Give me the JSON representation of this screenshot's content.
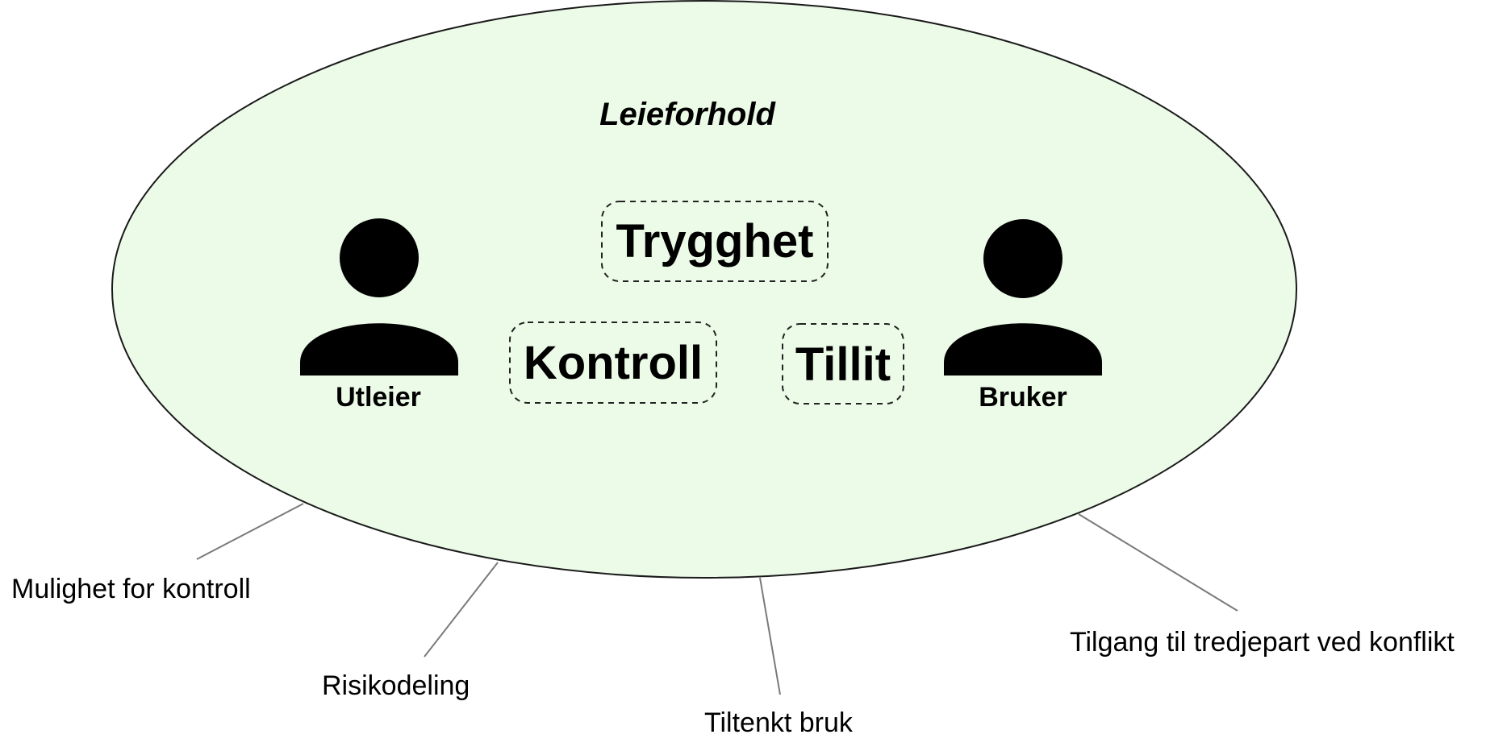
{
  "diagram": {
    "title": "Leieforhold",
    "colors": {
      "ellipse_fill": "#ecfbe8",
      "outline": "#1a1a1a",
      "connector": "#7a7a7a",
      "text": "#000000"
    },
    "concepts": {
      "trygghet": "Trygghet",
      "kontroll": "Kontroll",
      "tillit": "Tillit"
    },
    "actors": {
      "left": {
        "label": "Utleier",
        "icon": "person-icon"
      },
      "right": {
        "label": "Bruker",
        "icon": "person-icon"
      }
    },
    "outer_labels": {
      "mulighet": "Mulighet for kontroll",
      "risikodeling": "Risikodeling",
      "tiltenkt": "Tiltenkt bruk",
      "tilgang": "Tilgang til tredjepart ved konflikt"
    }
  }
}
